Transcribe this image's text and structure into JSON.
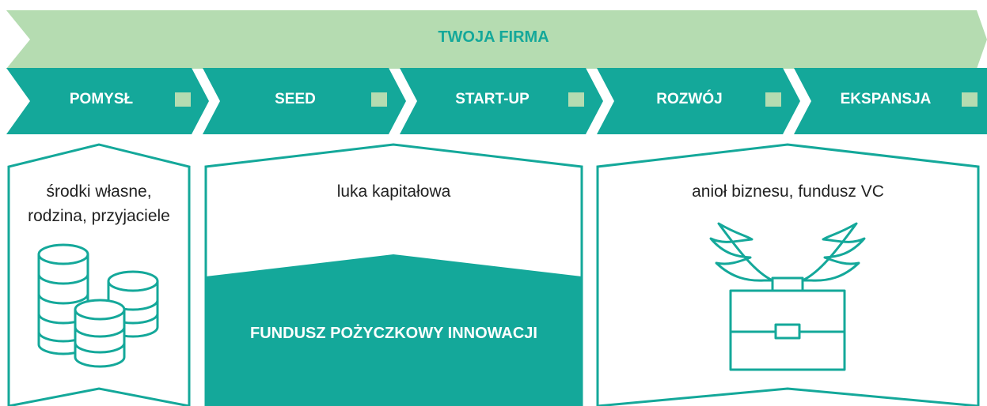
{
  "banner": {
    "title": "TWOJA FIRMA"
  },
  "stages": [
    {
      "label": "POMYSŁ"
    },
    {
      "label": "SEED"
    },
    {
      "label": "START-UP"
    },
    {
      "label": "ROZWÓJ"
    },
    {
      "label": "EKSPANSJA"
    }
  ],
  "panels": {
    "own_funds": {
      "line1": "środki własne,",
      "line2": "rodzina, przyjaciele",
      "icon": "coins-stack-icon"
    },
    "capital_gap": {
      "label": "luka kapitałowa",
      "fund_label": "FUNDUSZ POŻYCZKOWY INNOWACJI"
    },
    "investors": {
      "label": "anioł biznesu, fundusz VC",
      "icon": "winged-briefcase-icon"
    }
  },
  "colors": {
    "teal": "#14a89a",
    "light_green": "#b5dcb1",
    "white": "#ffffff"
  }
}
